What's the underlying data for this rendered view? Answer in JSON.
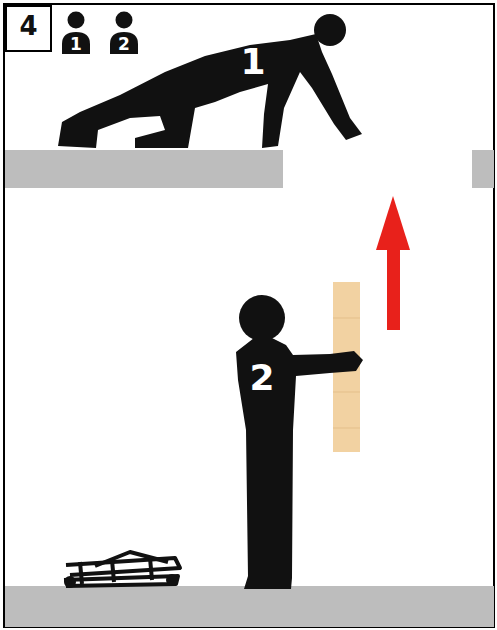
{
  "diagram": {
    "nodes": [
      {
        "text": [
          "4"
        ]
      },
      {
        "text": [
          "1"
        ]
      },
      {
        "text": [
          "2"
        ]
      },
      {
        "text": [
          "1"
        ]
      },
      {
        "text": [
          "2"
        ]
      }
    ]
  }
}
